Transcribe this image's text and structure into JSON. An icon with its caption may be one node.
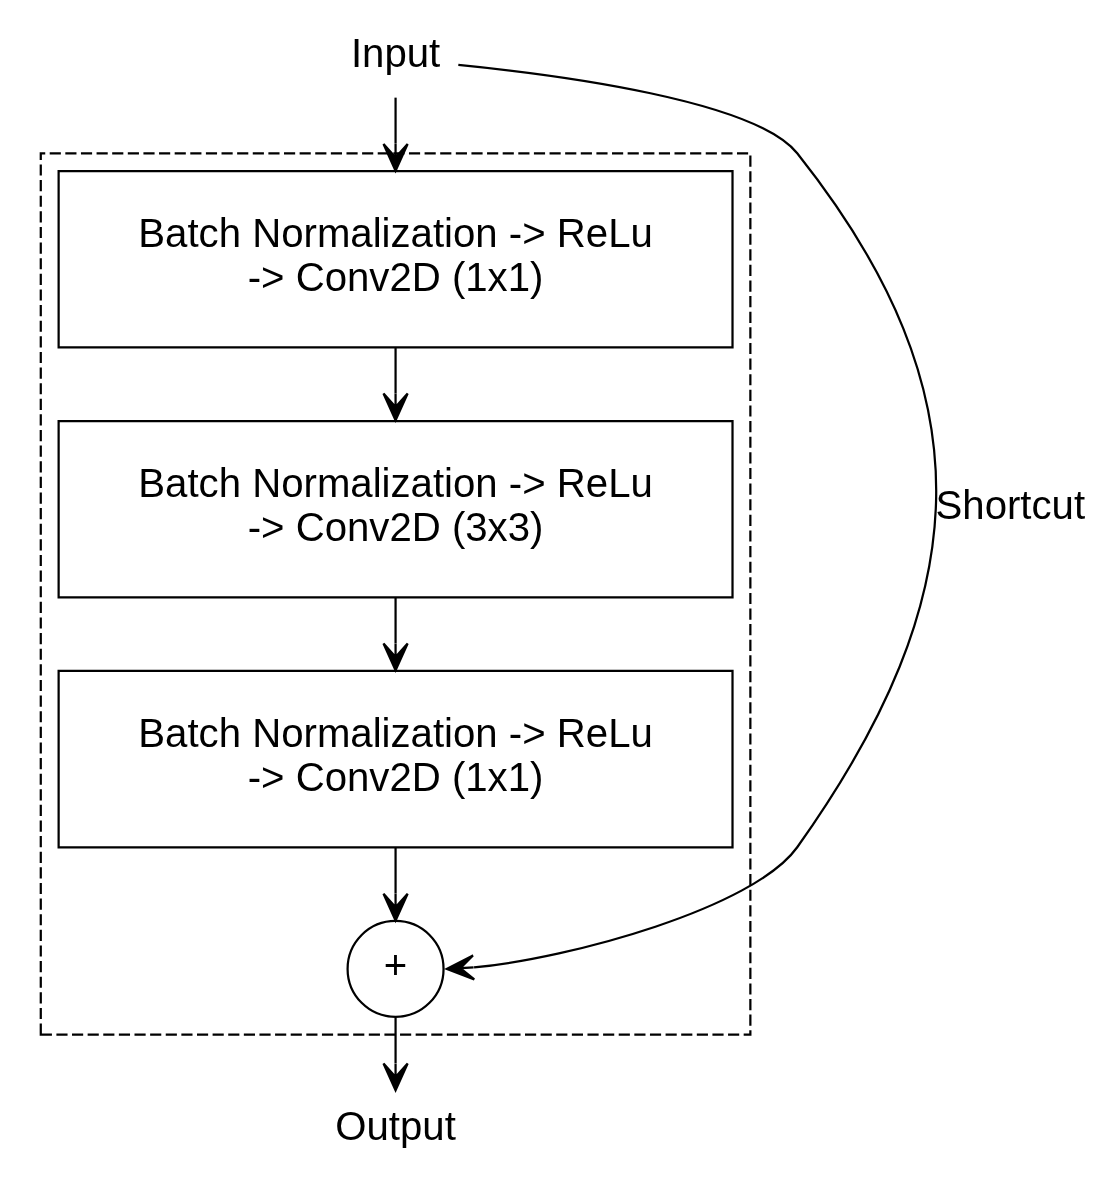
{
  "diagram": {
    "nodes": [
      {
        "text": [
          "Input"
        ]
      },
      {
        "text": [],
        "shape": "box"
      },
      {
        "text": [
          "Batch Normalization -> ReLu -> Conv2D (1x1)"
        ],
        "in": 1
      },
      {
        "text": [
          "Batch Normalization -> ReLu -> Conv2D (3x3)"
        ],
        "in": 1
      },
      {
        "text": [
          "Batch Normalization -> ReLu -> Conv2D (1x1)"
        ],
        "in": 1
      },
      {
        "text": [
          "+"
        ],
        "in": 1
      },
      {
        "text": [
          "Output"
        ]
      }
    ],
    "edges": [
      {
        "from": 0,
        "to": 2,
        "arrow": "to"
      },
      {
        "from": 2,
        "to": 3,
        "arrow": "to"
      },
      {
        "from": 3,
        "to": 4,
        "arrow": "to"
      },
      {
        "from": 4,
        "to": 5,
        "arrow": "to"
      },
      {
        "from": 0,
        "to": 5,
        "arrow": "to",
        "label": "Shortcut"
      },
      {
        "from": 5,
        "to": 6,
        "arrow": "to"
      }
    ]
  }
}
